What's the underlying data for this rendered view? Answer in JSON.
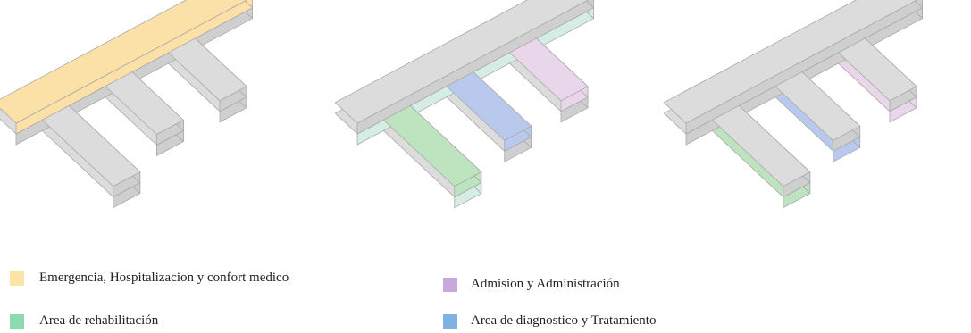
{
  "colors": {
    "gray_top": "#dcdcdc",
    "gray_side": "#cfcfcf",
    "edge": "#a9a9a9",
    "emergency": "#fbe0a8",
    "rehab": "#bde3bf",
    "rehab_light": "#d6ede6",
    "admin": "#ead6ea",
    "diagnostic": "#b9c9ee"
  },
  "diagrams": [
    {
      "id": "massing-emergency",
      "highlight": "emergency-hospitalization"
    },
    {
      "id": "massing-rehab-diagnostic-admin",
      "highlight": "rehab-diagnostic-admin-upper"
    },
    {
      "id": "massing-rehab-diagnostic-admin-lower",
      "highlight": "rehab-diagnostic-admin-lower"
    }
  ],
  "legend": [
    {
      "label": "Emergencia, Hospitalizacion y confort medico",
      "color": "#fbe3a9"
    },
    {
      "label": "Area de rehabilitación",
      "color": "#8fd9ae"
    },
    {
      "label": "Admision y Administración",
      "color": "#c7a9db"
    },
    {
      "label": "Area de diagnostico y Tratamiento",
      "color": "#7fb2e3"
    }
  ]
}
